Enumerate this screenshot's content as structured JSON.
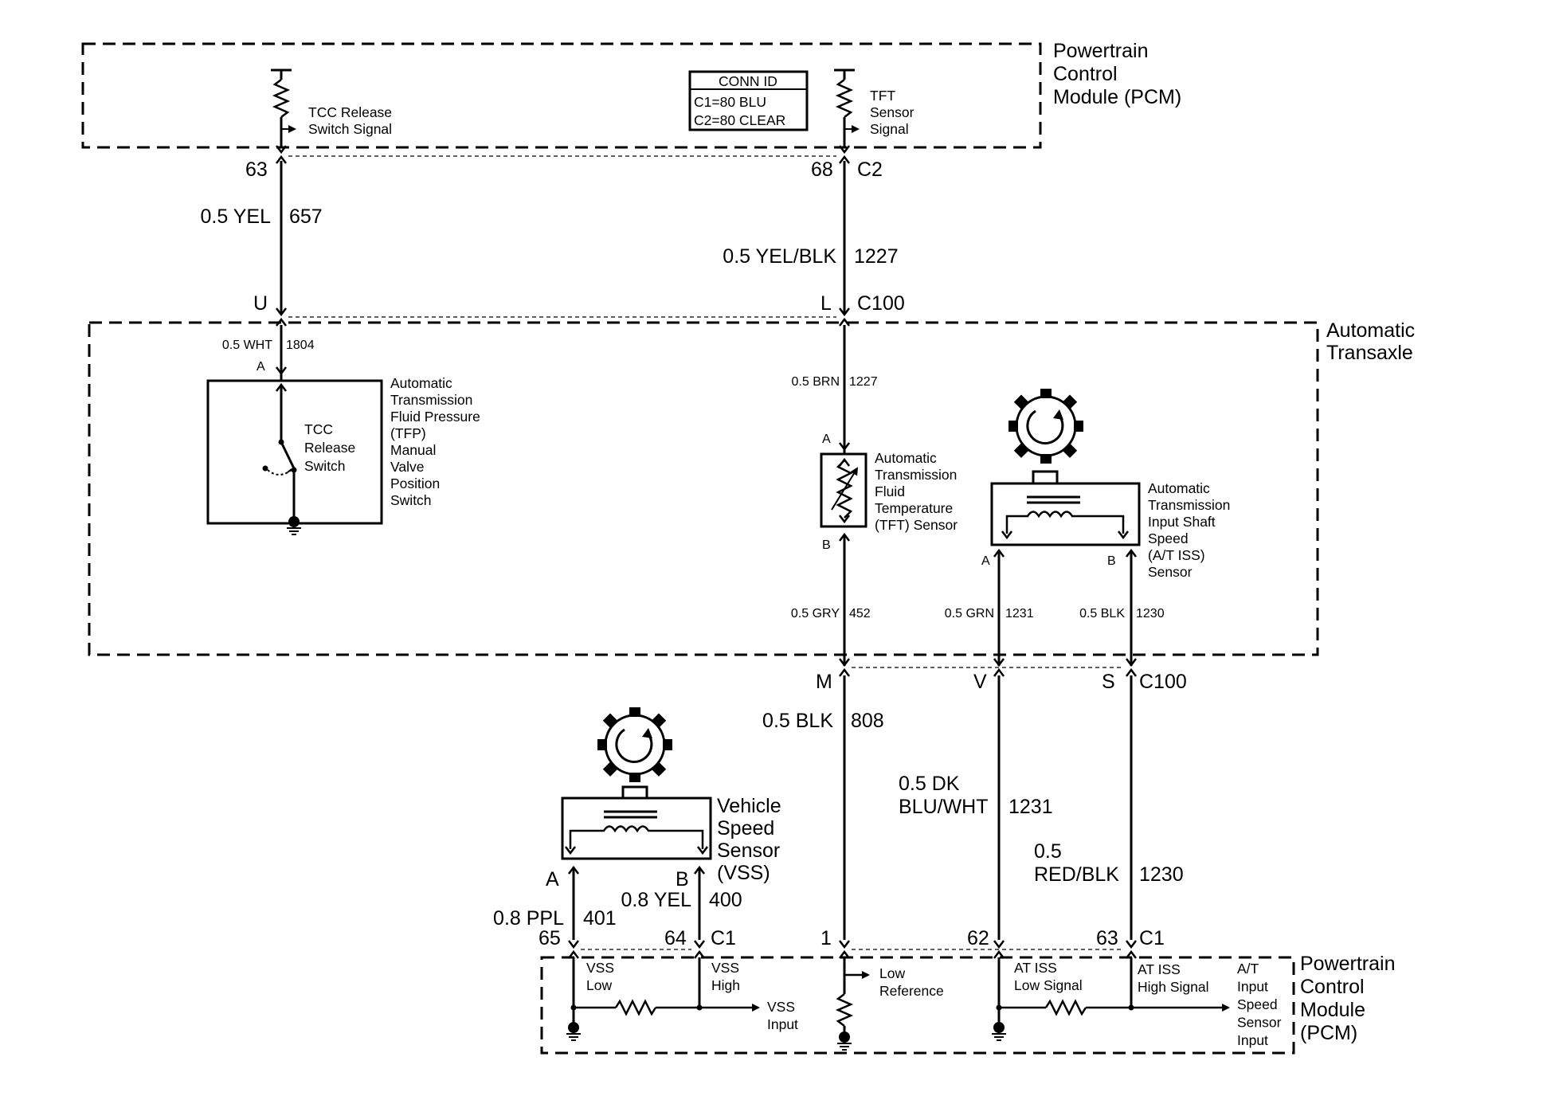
{
  "modules": {
    "pcm_top": "Powertrain\nControl\nModule (PCM)",
    "transaxle": "Automatic\nTransaxle",
    "pcm_bottom": "Powertrain\nControl\nModule\n(PCM)"
  },
  "conn_id": {
    "title": "CONN ID",
    "line1": "C1=80 BLU",
    "line2": "C2=80 CLEAR"
  },
  "pcm_top_signals": {
    "tcc": "TCC Release\nSwitch Signal",
    "tft": "TFT\nSensor\nSignal"
  },
  "pins": {
    "p63_top": "63",
    "p68": "68",
    "c2": "C2",
    "u": "U",
    "l": "L",
    "c100_top": "C100",
    "a_tcc": "A",
    "a_tft": "A",
    "b_tft": "B",
    "a_iss": "A",
    "b_iss": "B",
    "m": "M",
    "v": "V",
    "s": "S",
    "c100_bottom": "C100",
    "a_vss": "A",
    "b_vss": "B",
    "p65": "65",
    "p64": "64",
    "c1_left": "C1",
    "p1": "1",
    "p62": "62",
    "p63_bottom": "63",
    "c1_right": "C1"
  },
  "wires": {
    "w657_color": "0.5 YEL",
    "w657_num": "657",
    "w1227_color": "0.5 YEL/BLK",
    "w1227_num": "1227",
    "w1804_color": "0.5 WHT",
    "w1804_num": "1804",
    "w1227b_color": "0.5 BRN",
    "w1227b_num": "1227",
    "w452_color": "0.5 GRY",
    "w452_num": "452",
    "w1231a_color": "0.5 GRN",
    "w1231a_num": "1231",
    "w1230a_color": "0.5 BLK",
    "w1230a_num": "1230",
    "w808_color": "0.5 BLK",
    "w808_num": "808",
    "w1231b_color": "0.5 DK\nBLU/WHT",
    "w1231b_num": "1231",
    "w1230b_color": "0.5\nRED/BLK",
    "w1230b_num": "1230",
    "w401_color": "0.8 PPL",
    "w401_num": "401",
    "w400_color": "0.8 YEL",
    "w400_num": "400"
  },
  "components": {
    "tfp": "Automatic\nTransmission\nFluid Pressure\n(TFP)\nManual\nValve\nPosition\nSwitch",
    "tcc_switch": "TCC\nRelease\nSwitch",
    "tft_sensor": "Automatic\nTransmission\nFluid\nTemperature\n(TFT) Sensor",
    "iss_sensor": "Automatic\nTransmission\nInput Shaft\nSpeed\n(A/T ISS)\nSensor",
    "vss": "Vehicle\nSpeed\nSensor\n(VSS)"
  },
  "pcm_bottom_signals": {
    "vss_low": "VSS\nLow",
    "vss_high": "VSS\nHigh",
    "vss_input": "VSS\nInput",
    "low_ref": "Low\nReference",
    "iss_low": "AT ISS\nLow Signal",
    "iss_high": "AT ISS\nHigh Signal",
    "iss_input": "A/T\nInput\nSpeed\nSensor\nInput"
  }
}
